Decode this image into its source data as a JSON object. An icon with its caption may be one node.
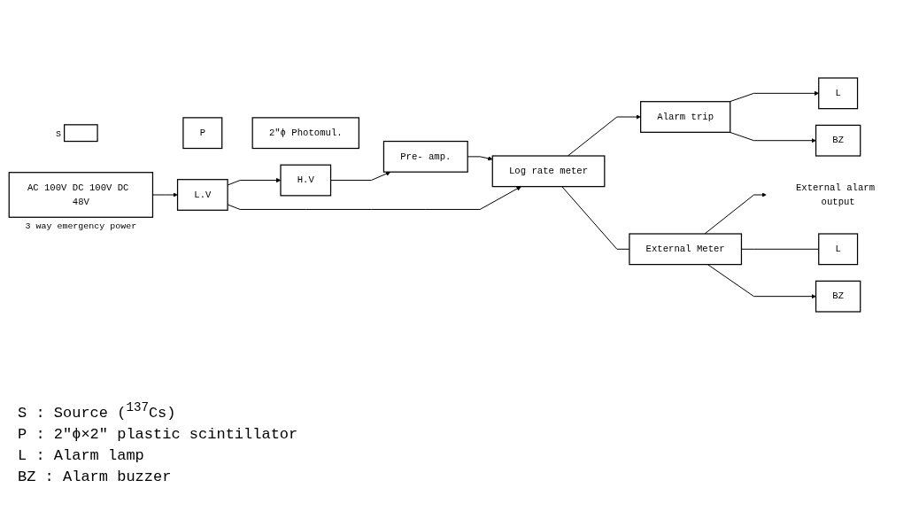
{
  "diagram": {
    "nodes": [
      {
        "text": [],
        "shape": "box",
        "beside": [
          "S"
        ]
      },
      {
        "text": [
          "P"
        ]
      },
      {
        "text": [
          "2\"ϕ Photomul."
        ]
      },
      {
        "text": [
          "Pre- amp."
        ]
      },
      {
        "text": [
          "Log rate meter"
        ]
      },
      {
        "text": [
          "Alarm trip"
        ]
      },
      {
        "text": [
          "L"
        ]
      },
      {
        "text": [
          "BZ"
        ]
      },
      {
        "text": [
          "H.V"
        ]
      },
      {
        "text": [
          "L.V"
        ]
      },
      {
        "text": [
          "AC 100V DC 100V DC 48V"
        ],
        "beside": [
          "3 way emergency power"
        ]
      },
      {
        "text": [
          "External Meter"
        ]
      },
      {
        "text": [
          "External alarm output"
        ]
      },
      {
        "text": [
          "L"
        ]
      },
      {
        "text": [
          "BZ"
        ]
      }
    ],
    "edges": [
      {
        "from": 3,
        "to": 4,
        "arrow": "to"
      },
      {
        "from": 8,
        "to": 3,
        "arrow": "to"
      },
      {
        "from": 4,
        "to": 5,
        "arrow": "to"
      },
      {
        "from": 5,
        "to": 6,
        "arrow": "to"
      },
      {
        "from": 5,
        "to": 7,
        "arrow": "to"
      },
      {
        "from": 9,
        "to": 4,
        "arrow": "to"
      },
      {
        "from": 9,
        "to": 8,
        "arrow": "to"
      },
      {
        "from": 10,
        "to": 9,
        "arrow": "to"
      },
      {
        "from": 4,
        "to": 11,
        "arrow": "none"
      },
      {
        "from": 11,
        "to": 12,
        "arrow": "to"
      },
      {
        "from": 11,
        "to": 13,
        "arrow": "none"
      },
      {
        "from": 11,
        "to": 14,
        "arrow": "to"
      }
    ],
    "labels": [
      "S : Source ($^{137}$Cs)",
      "P : 2\"ϕ×2\" plastic scintillator",
      "L : Alarm lamp",
      "BZ : Alarm buzzer"
    ]
  }
}
